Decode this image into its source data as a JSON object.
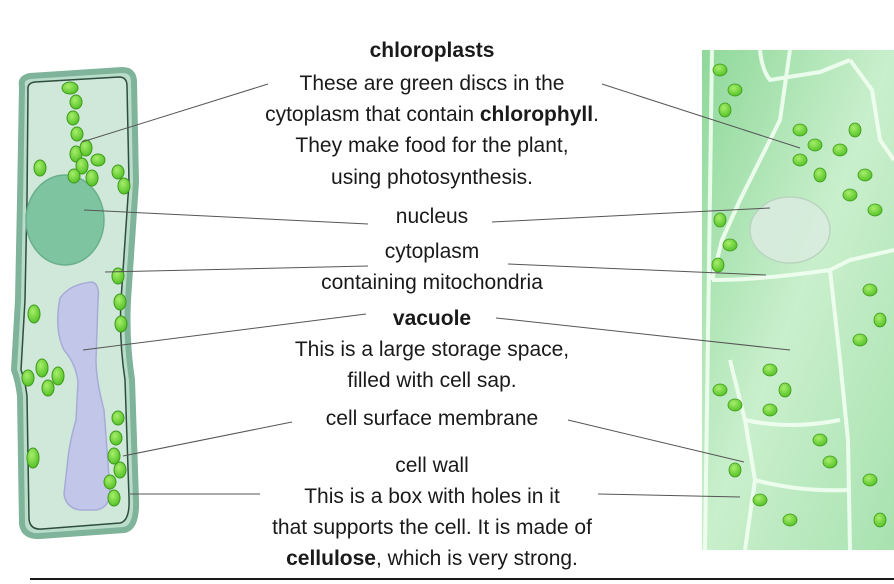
{
  "labels": {
    "chloroplasts": {
      "title": "chloroplasts",
      "line1": "These are green discs in the",
      "line2_pre": "cytoplasm that contain ",
      "line2_bold": "chlorophyll",
      "line2_post": ".",
      "line3": "They make food for the plant,",
      "line4": "using photosynthesis."
    },
    "nucleus": {
      "title": "nucleus"
    },
    "cytoplasm": {
      "line1": "cytoplasm",
      "line2": "containing mitochondria"
    },
    "vacuole": {
      "title": "vacuole",
      "line1": "This is a large storage space,",
      "line2": "filled with cell sap."
    },
    "membrane": {
      "title": "cell surface membrane"
    },
    "cell_wall": {
      "title": "cell wall",
      "line1": "This is a box with holes in it",
      "line2": "that supports the cell. It is made of",
      "line3_bold": "cellulose",
      "line3_post": ", which is very strong."
    }
  },
  "colors": {
    "cell_fill": "#cfe8da",
    "cell_wall": "#7fb39a",
    "membrane": "#2e4d3e",
    "nucleus": "#7fc4a0",
    "vacuole": "#c2c6e8",
    "chloroplast": "#6fd43a",
    "micrograph_bg": "#bfe7c4",
    "leader_line": "#555555"
  }
}
